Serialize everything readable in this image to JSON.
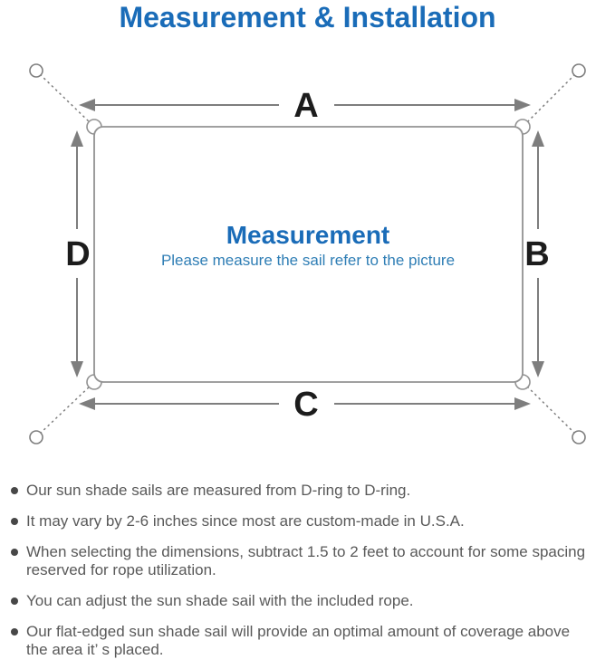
{
  "header": {
    "title": "Measurement & Installation"
  },
  "diagram": {
    "labels": {
      "top": "A",
      "right": "B",
      "bottom": "C",
      "left": "D"
    },
    "center_title": "Measurement",
    "center_subtitle": "Please measure the sail refer to the picture"
  },
  "notes": {
    "items": [
      {
        "text": "Our sun shade sails are measured from D-ring to D-ring."
      },
      {
        "text": "It may vary by 2-6 inches since most are custom-made in U.S.A."
      },
      {
        "text": "When selecting the dimensions, subtract 1.5 to 2 feet to account for some spacing\nreserved for rope utilization."
      },
      {
        "text": "You can adjust the sun shade sail with the included rope."
      },
      {
        "text": "Our flat-edged sun shade sail will provide an optimal amount of coverage above\nthe area it’ s placed."
      }
    ]
  },
  "colors": {
    "accent_blue": "#1a6cb8",
    "subtitle_blue": "#2f7eb5",
    "diagram_gray": "#7e7e7e",
    "outline_gray": "#929292",
    "text_gray": "#595959"
  }
}
